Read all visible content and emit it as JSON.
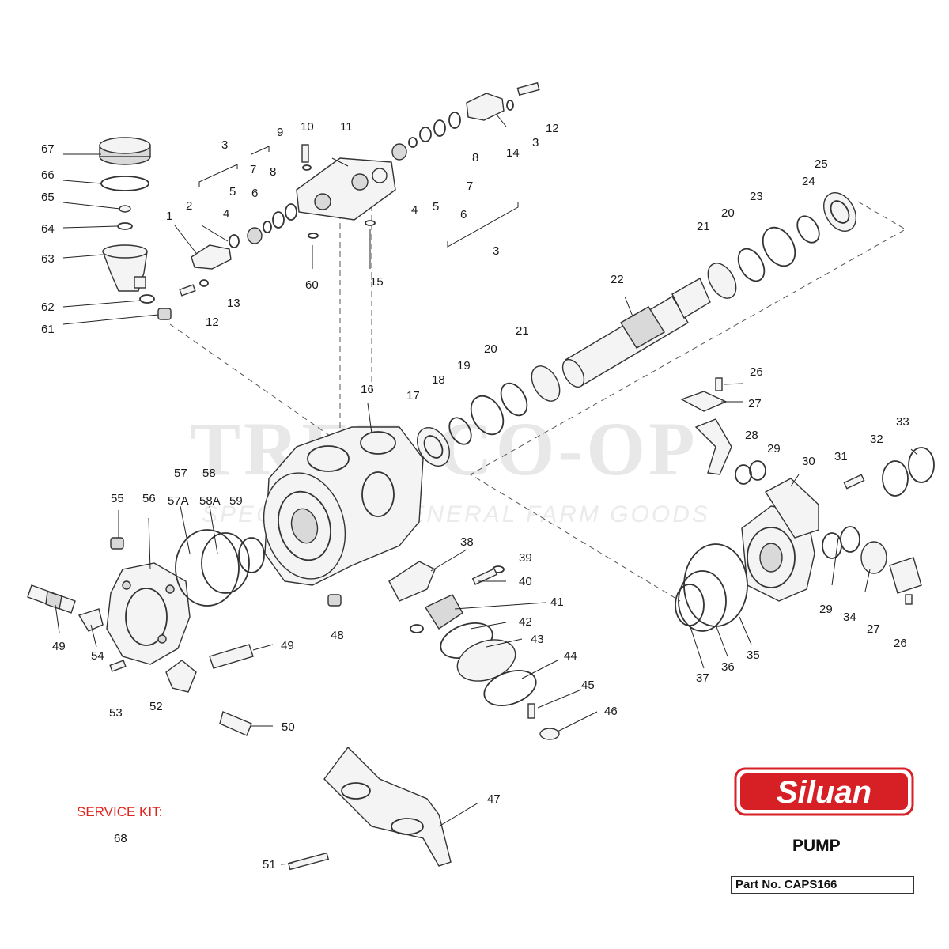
{
  "diagram": {
    "callouts": [
      {
        "id": "c67",
        "text": "67"
      },
      {
        "id": "c66",
        "text": "66"
      },
      {
        "id": "c65",
        "text": "65"
      },
      {
        "id": "c64",
        "text": "64"
      },
      {
        "id": "c63",
        "text": "63"
      },
      {
        "id": "c62",
        "text": "62"
      },
      {
        "id": "c61",
        "text": "61"
      },
      {
        "id": "c1",
        "text": "1"
      },
      {
        "id": "c2",
        "text": "2"
      },
      {
        "id": "c3a",
        "text": "3"
      },
      {
        "id": "c4a",
        "text": "4"
      },
      {
        "id": "c5a",
        "text": "5"
      },
      {
        "id": "c6a",
        "text": "6"
      },
      {
        "id": "c7a",
        "text": "7"
      },
      {
        "id": "c8a",
        "text": "8"
      },
      {
        "id": "c9",
        "text": "9"
      },
      {
        "id": "c10",
        "text": "10"
      },
      {
        "id": "c11",
        "text": "11"
      },
      {
        "id": "c12a",
        "text": "12"
      },
      {
        "id": "c13",
        "text": "13"
      },
      {
        "id": "c60",
        "text": "60"
      },
      {
        "id": "c15",
        "text": "15"
      },
      {
        "id": "c4b",
        "text": "4"
      },
      {
        "id": "c5b",
        "text": "5"
      },
      {
        "id": "c6b",
        "text": "6"
      },
      {
        "id": "c7b",
        "text": "7"
      },
      {
        "id": "c8b",
        "text": "8"
      },
      {
        "id": "c14",
        "text": "14"
      },
      {
        "id": "c3b",
        "text": "3"
      },
      {
        "id": "c12b",
        "text": "12"
      },
      {
        "id": "c3c",
        "text": "3"
      },
      {
        "id": "c25",
        "text": "25"
      },
      {
        "id": "c24",
        "text": "24"
      },
      {
        "id": "c23",
        "text": "23"
      },
      {
        "id": "c20a",
        "text": "20"
      },
      {
        "id": "c21a",
        "text": "21"
      },
      {
        "id": "c22",
        "text": "22"
      },
      {
        "id": "c21b",
        "text": "21"
      },
      {
        "id": "c20b",
        "text": "20"
      },
      {
        "id": "c19",
        "text": "19"
      },
      {
        "id": "c18",
        "text": "18"
      },
      {
        "id": "c17",
        "text": "17"
      },
      {
        "id": "c16",
        "text": "16"
      },
      {
        "id": "c26a",
        "text": "26"
      },
      {
        "id": "c27a",
        "text": "27"
      },
      {
        "id": "c28",
        "text": "28"
      },
      {
        "id": "c29a",
        "text": "29"
      },
      {
        "id": "c30",
        "text": "30"
      },
      {
        "id": "c31",
        "text": "31"
      },
      {
        "id": "c32",
        "text": "32"
      },
      {
        "id": "c33",
        "text": "33"
      },
      {
        "id": "c29b",
        "text": "29"
      },
      {
        "id": "c34",
        "text": "34"
      },
      {
        "id": "c27b",
        "text": "27"
      },
      {
        "id": "c26b",
        "text": "26"
      },
      {
        "id": "c37",
        "text": "37"
      },
      {
        "id": "c36",
        "text": "36"
      },
      {
        "id": "c35",
        "text": "35"
      },
      {
        "id": "c57",
        "text": "57"
      },
      {
        "id": "c58",
        "text": "58"
      },
      {
        "id": "c57A",
        "text": "57A"
      },
      {
        "id": "c58A",
        "text": "58A"
      },
      {
        "id": "c59",
        "text": "59"
      },
      {
        "id": "c55",
        "text": "55"
      },
      {
        "id": "c56",
        "text": "56"
      },
      {
        "id": "c38",
        "text": "38"
      },
      {
        "id": "c39",
        "text": "39"
      },
      {
        "id": "c40",
        "text": "40"
      },
      {
        "id": "c41",
        "text": "41"
      },
      {
        "id": "c42",
        "text": "42"
      },
      {
        "id": "c43",
        "text": "43"
      },
      {
        "id": "c44",
        "text": "44"
      },
      {
        "id": "c45",
        "text": "45"
      },
      {
        "id": "c46",
        "text": "46"
      },
      {
        "id": "c48",
        "text": "48"
      },
      {
        "id": "c49a",
        "text": "49"
      },
      {
        "id": "c54",
        "text": "54"
      },
      {
        "id": "c49b",
        "text": "49"
      },
      {
        "id": "c53",
        "text": "53"
      },
      {
        "id": "c52",
        "text": "52"
      },
      {
        "id": "c50",
        "text": "50"
      },
      {
        "id": "c47",
        "text": "47"
      },
      {
        "id": "c51",
        "text": "51"
      }
    ],
    "watermark": {
      "line1": "TREE-CO-OP",
      "line2": "SPECIALTY & GENERAL FARM GOODS"
    }
  },
  "service_kit": {
    "title": "SERVICE KIT:",
    "number": "68"
  },
  "brand": {
    "logo_text": "Siluan",
    "color": "#d71f26"
  },
  "product": {
    "title": "PUMP",
    "part_number": "Part No. CAPS166"
  }
}
